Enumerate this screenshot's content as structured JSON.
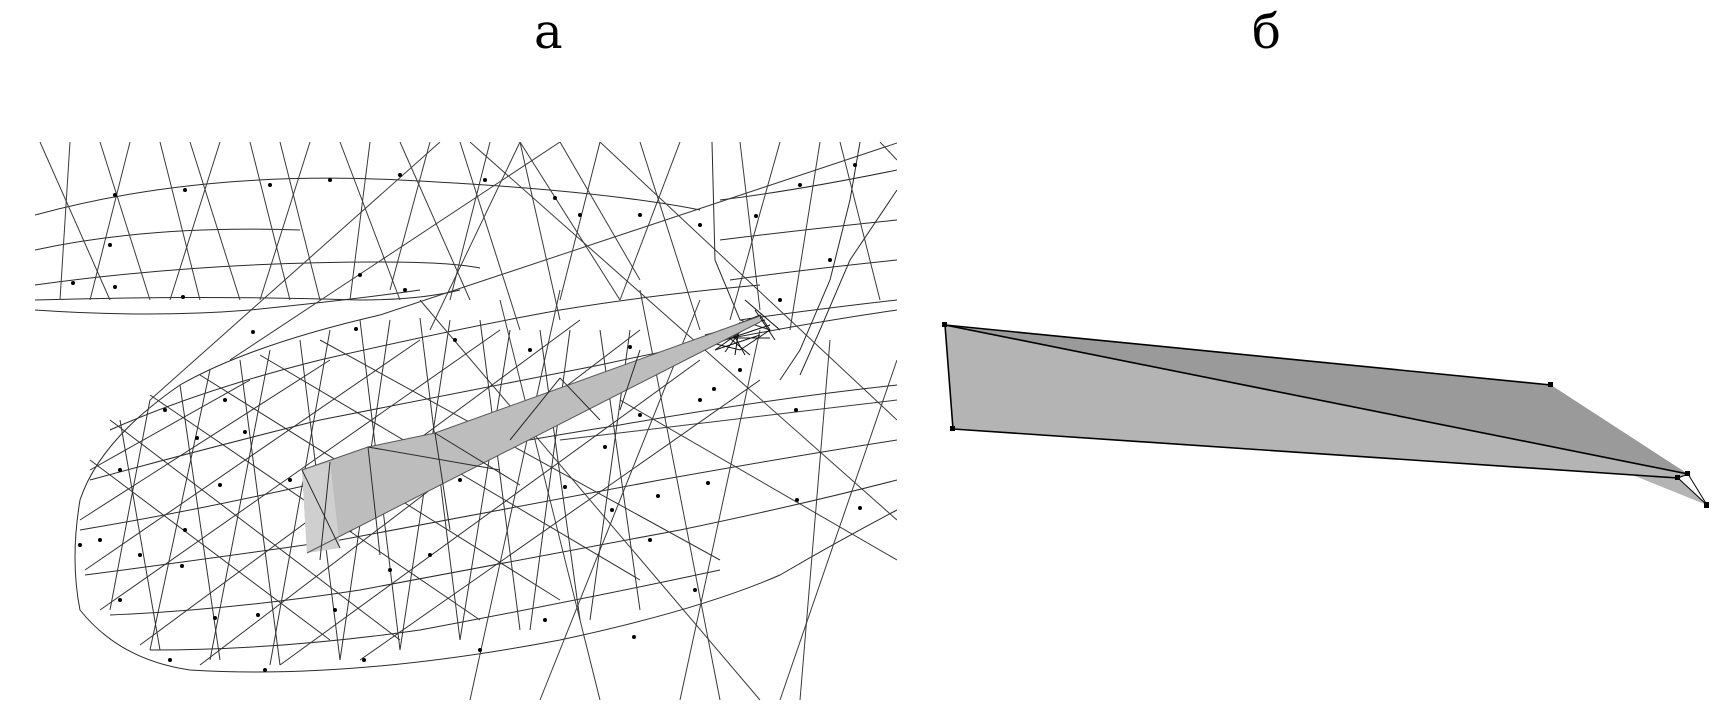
{
  "figure": {
    "panels": [
      {
        "id": "a",
        "label": "а",
        "description": "Wireframe triangulated mesh of a curved tubular surface with one highlighted degenerate sliver triangle strip"
      },
      {
        "id": "b",
        "label": "б",
        "description": "Close-up of the degenerate triangles isolated: two grey planar faces with black edges and vertices"
      }
    ],
    "colors": {
      "background": "#ffffff",
      "edge": "#000000",
      "face_light": "#b4b4b4",
      "face_dark": "#9a9a9a",
      "sliver_fill": "#bdbdbd"
    }
  }
}
